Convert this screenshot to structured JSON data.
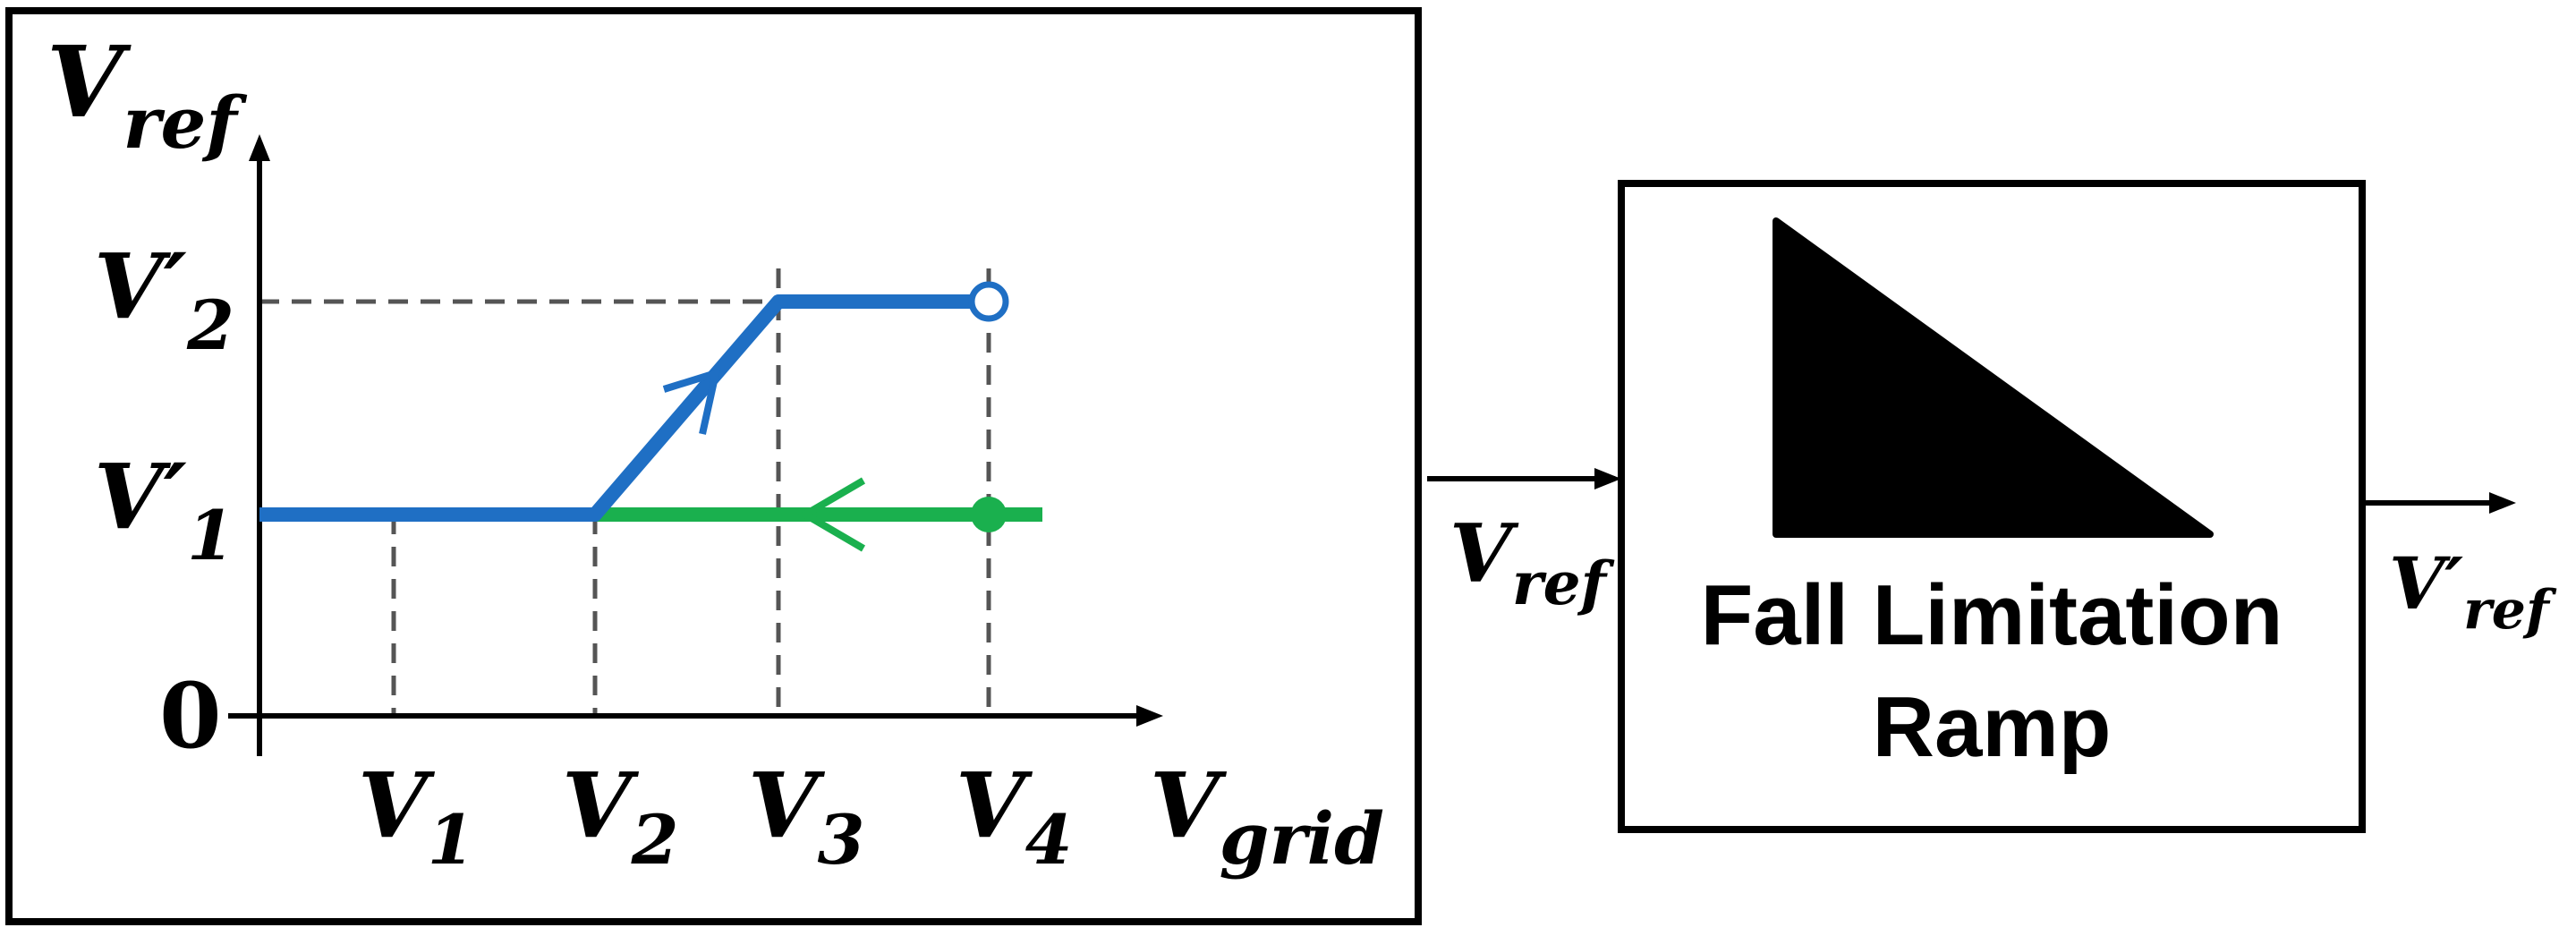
{
  "colors": {
    "increasing_path": "#1f6fc4",
    "decreasing_path": "#1ab04e",
    "frame": "#000000",
    "guide": "#555555"
  },
  "graph": {
    "y_axis": {
      "symbol": "V",
      "subscript": "ref"
    },
    "x_axis": {
      "symbol": "V",
      "subscript": "grid"
    },
    "origin_label": "0",
    "y_ticks": [
      {
        "symbol": "V′",
        "subscript": "1"
      },
      {
        "symbol": "V′",
        "subscript": "2"
      }
    ],
    "x_ticks": [
      {
        "symbol": "V",
        "subscript": "1"
      },
      {
        "symbol": "V",
        "subscript": "2"
      },
      {
        "symbol": "V",
        "subscript": "3"
      },
      {
        "symbol": "V",
        "subscript": "4"
      }
    ]
  },
  "input_signal": {
    "symbol": "V",
    "subscript": "ref"
  },
  "output_signal": {
    "symbol": "V′",
    "subscript": "ref"
  },
  "block": {
    "line1": "Fall Limitation",
    "line2": "Ramp"
  }
}
